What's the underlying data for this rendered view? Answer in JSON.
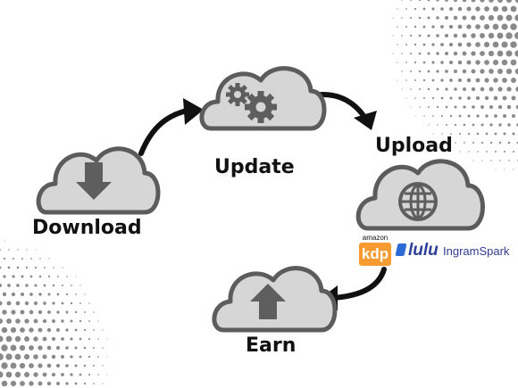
{
  "steps": [
    {
      "id": "download",
      "label": "Download",
      "icon": "download-arrow-icon"
    },
    {
      "id": "update",
      "label": "Update",
      "icon": "gears-icon"
    },
    {
      "id": "upload",
      "label": "Upload",
      "icon": "globe-icon"
    },
    {
      "id": "earn",
      "label": "Earn",
      "icon": "upload-arrow-icon"
    }
  ],
  "logos": {
    "amazon_small": "amazon",
    "amazon_main": "kdp",
    "lulu": "lulu",
    "ingram": "IngramSpark"
  },
  "colors": {
    "cloud_fill": "#d6d6d6",
    "cloud_stroke": "#5c5c5c",
    "icon_fill": "#5e5e5e",
    "arrow": "#111111",
    "halftone": "#8a8a8a"
  }
}
